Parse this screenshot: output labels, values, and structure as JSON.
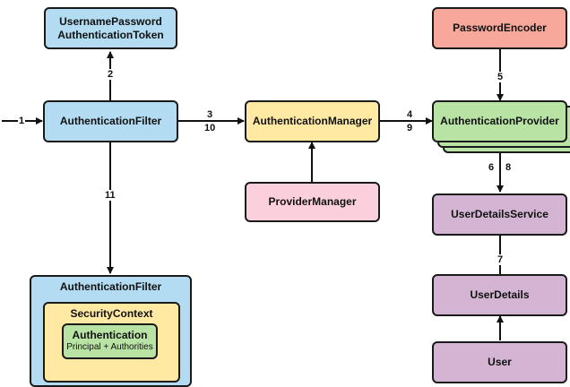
{
  "boxes": {
    "token": {
      "line1": "UsernamePassword",
      "line2": "AuthenticationToken"
    },
    "filter": "AuthenticationFilter",
    "manager": "AuthenticationManager",
    "provider_manager": "ProviderManager",
    "password_encoder": "PasswordEncoder",
    "provider": "AuthenticationProvider",
    "user_details_service": "UserDetailsService",
    "user_details": "UserDetails",
    "user": "User",
    "filter_container": {
      "title": "AuthenticationFilter",
      "security_context": "SecurityContext",
      "authentication": "Authentication",
      "authentication_sub": "Principal + Authorities"
    }
  },
  "labels": {
    "step1": "1",
    "step2": "2",
    "step3": "3",
    "step10": "10",
    "step4": "4",
    "step9": "9",
    "step5": "5",
    "step6": "6",
    "step8": "8",
    "step7": "7",
    "step11": "11"
  },
  "colors": {
    "blue": "#b3dcf2",
    "yellow": "#ffe9a3",
    "pink": "#fbd0dc",
    "salmon": "#f8a79b",
    "green": "#b8e3a4",
    "purple": "#d3b5d3"
  }
}
